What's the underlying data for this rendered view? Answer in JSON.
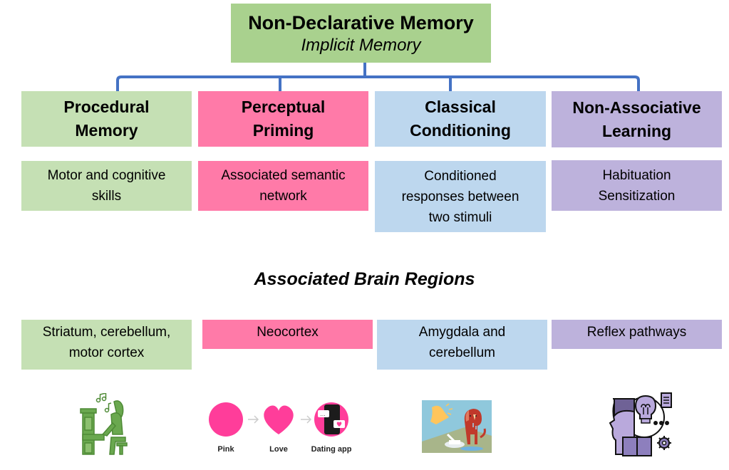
{
  "root": {
    "title": "Non-Declarative Memory",
    "subtitle": "Implicit Memory"
  },
  "categories": [
    {
      "label": "Procedural Memory",
      "line1": "Procedural",
      "line2": "Memory",
      "desc1": "Motor and cognitive",
      "desc2": "skills",
      "desc3": "",
      "region1": "Striatum, cerebellum,",
      "region2": "motor cortex",
      "color": "#c5e0b4"
    },
    {
      "label": "Perceptual Priming",
      "line1": "Perceptual",
      "line2": "Priming",
      "desc1": "Associated semantic",
      "desc2": "network",
      "desc3": "",
      "region1": "Neocortex",
      "region2": "",
      "color": "#ff7aa8"
    },
    {
      "label": "Classical Conditioning",
      "line1": "Classical",
      "line2": "Conditioning",
      "desc1": "Conditioned",
      "desc2": "responses between",
      "desc3": "two stimuli",
      "region1": "Amygdala and",
      "region2": "cerebellum",
      "color": "#bdd7ee"
    },
    {
      "label": "Non-Associative Learning",
      "line1": "Non-Associative",
      "line2": "Learning",
      "desc1": "Habituation",
      "desc2": "Sensitization",
      "desc3": "",
      "region1": "Reflex pathways",
      "region2": "",
      "color": "#bdb2dc"
    }
  ],
  "section_heading": "Associated Brain Regions",
  "illustrations": {
    "procedural": "piano-player-icon",
    "priming": {
      "steps": [
        "Pink",
        "Love",
        "Dating app"
      ]
    },
    "conditioning": "dog-bell-icon",
    "non_associative": "thinking-head-icon"
  },
  "colors": {
    "connector": "#4472c4",
    "root": "#a9d18e"
  }
}
